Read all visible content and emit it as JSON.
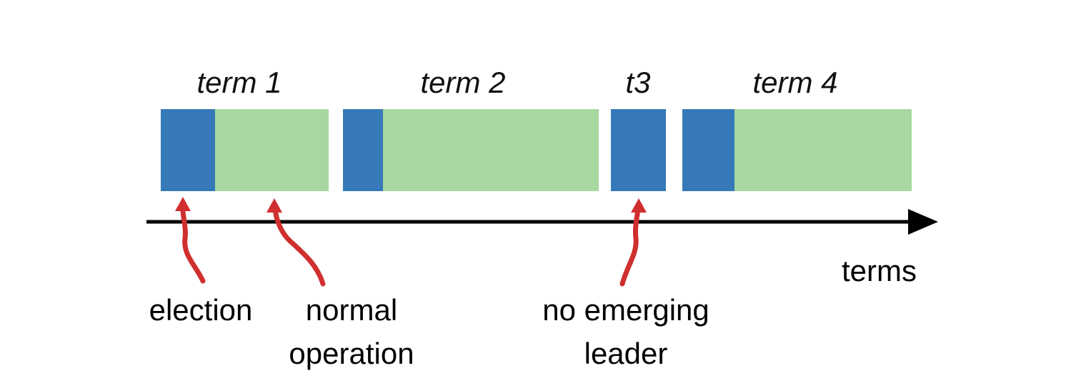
{
  "diagram": {
    "type": "timeline",
    "axis_label": "terms",
    "terms": [
      {
        "label": "term 1",
        "segments": [
          "election",
          "normal operation"
        ]
      },
      {
        "label": "term 2",
        "segments": [
          "election",
          "normal operation"
        ]
      },
      {
        "label": "t3",
        "segments": [
          "election"
        ]
      },
      {
        "label": "term 4",
        "segments": [
          "election",
          "normal operation"
        ]
      }
    ],
    "annotations": [
      {
        "label": "election",
        "lines": [
          "election"
        ]
      },
      {
        "label": "normal operation",
        "lines": [
          "normal",
          "operation"
        ]
      },
      {
        "label": "no emerging leader",
        "lines": [
          "no emerging",
          "leader"
        ]
      }
    ],
    "colors": {
      "election_blue": "#3579b8",
      "normal_operation_green": "#a8d8a0",
      "annotation_arrow_red": "#d02f2f",
      "axis_black": "#000000"
    }
  }
}
